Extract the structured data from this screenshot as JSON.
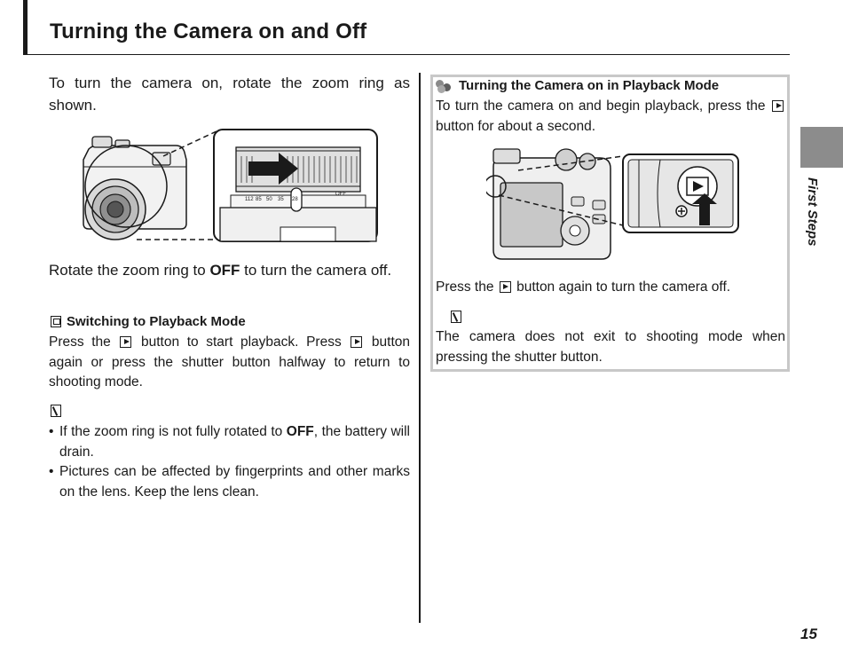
{
  "header": {
    "title": "Turning the Camera on and Off"
  },
  "left": {
    "intro": "To turn the camera on, rotate the zoom ring as shown.",
    "rotate_pre": "Rotate the zoom ring to ",
    "rotate_off": "OFF",
    "rotate_post": " to turn the camera off.",
    "playback_heading": "Switching to Playback Mode",
    "playback_p1": "Press the ",
    "playback_p2": " button to start playback.  Press ",
    "playback_p3": " button again or press the shutter button halfway to return to shooting mode.",
    "note1_pre": "If the zoom ring is not fully rotated to ",
    "note1_off": "OFF",
    "note1_post": ", the battery will drain.",
    "note2": "Pictures can be affected by fingerprints and other marks on the lens.  Keep the lens clean."
  },
  "illustration_zoom": {
    "ticks": [
      "112",
      "85",
      "50",
      "35",
      "28"
    ],
    "off_label": "OFF"
  },
  "panel": {
    "heading": "Turning the Camera on in Playback Mode",
    "p1_pre": "To turn the camera on and begin playback, press the ",
    "p1_post": " button for about a second.",
    "p2_pre": "Press the ",
    "p2_post": " button again to turn the camera off.",
    "note": "The camera does not exit to shooting mode when pressing the shutter button."
  },
  "side_tab": {
    "label": "First Steps"
  },
  "footer": {
    "page_number": "15"
  }
}
